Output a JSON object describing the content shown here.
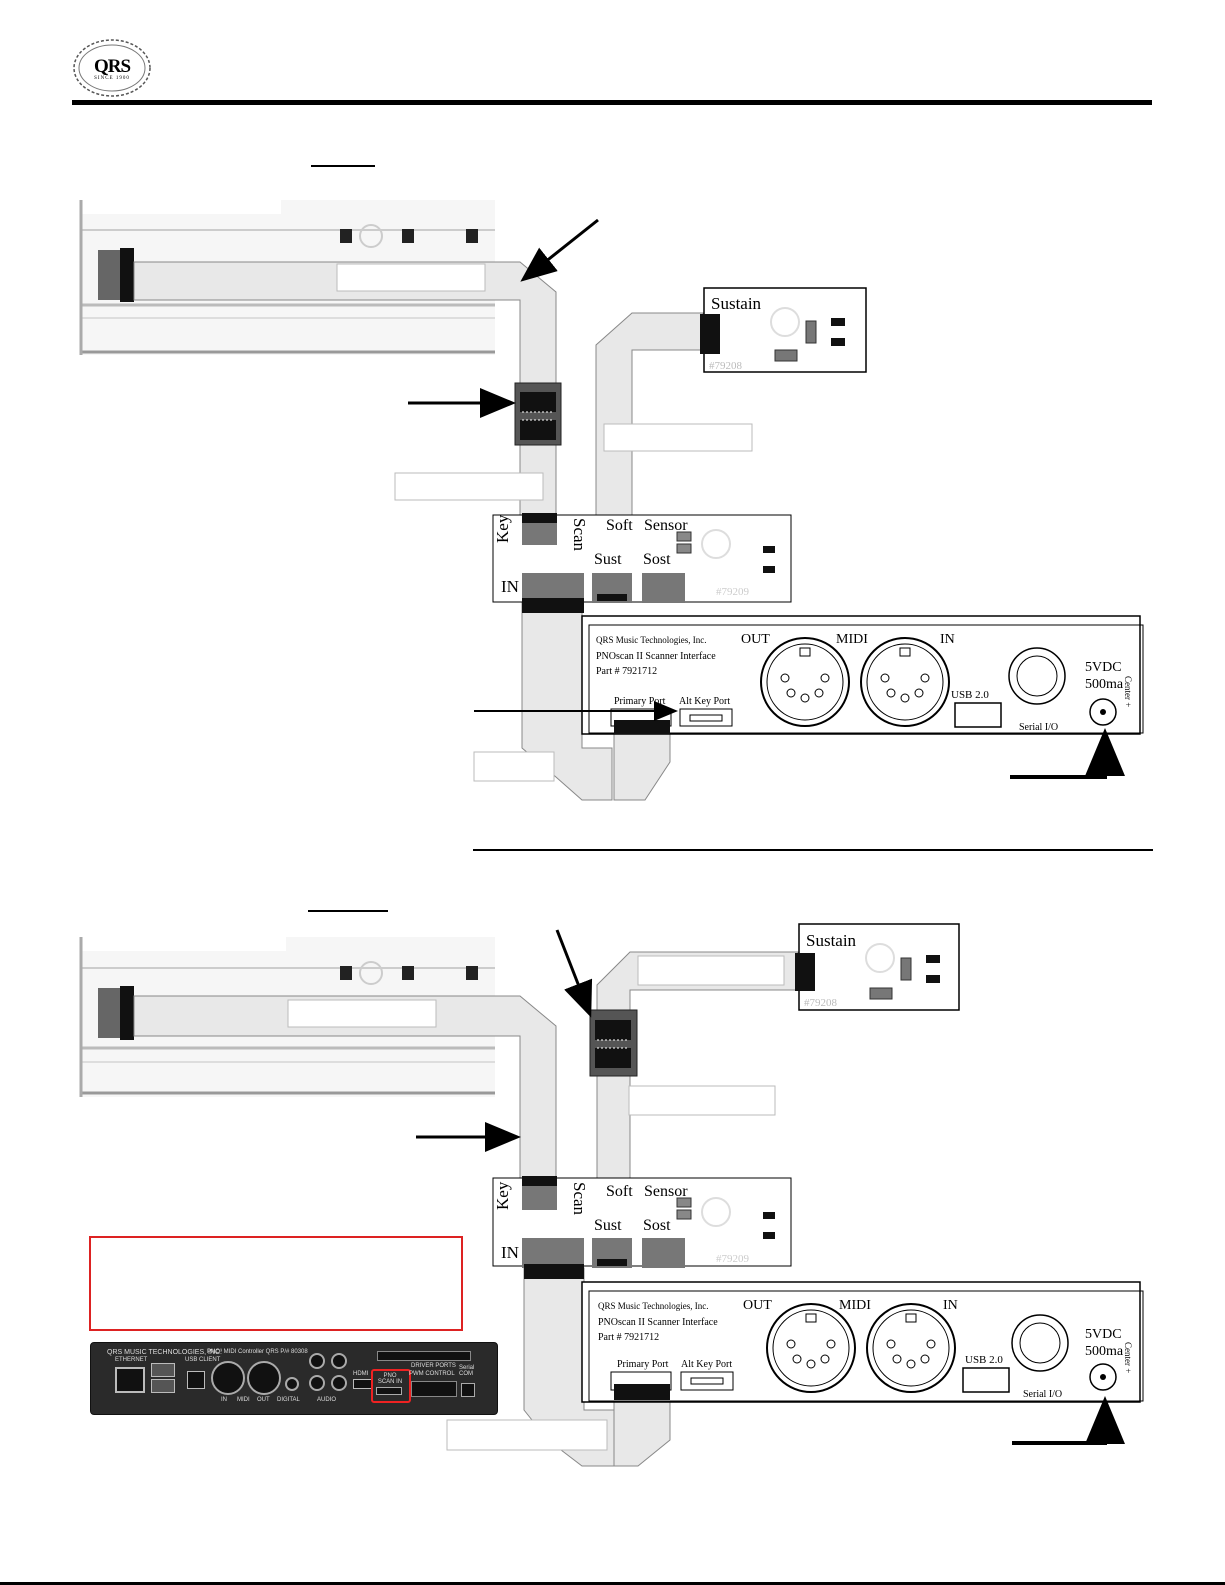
{
  "header": {
    "logo_text": "QRS",
    "logo_subtext": "SINCE 1900"
  },
  "diagram1": {
    "sustain_label": "Sustain",
    "sustain_part": "#79208",
    "key_label": "Key",
    "scan_label": "Scan",
    "soft_label": "Soft",
    "sensor_label": "Sensor",
    "sust_label": "Sust",
    "sost_label": "Sost",
    "in_label": "IN",
    "board_part": "#79209",
    "interface": {
      "company": "QRS Music Technologies, Inc.",
      "product": "PNOscan II Scanner Interface",
      "part": "Part # 7921712",
      "out": "OUT",
      "midi": "MIDI",
      "in": "IN",
      "power": "5VDC",
      "current": "500ma",
      "center": "Center +",
      "usb": "USB 2.0",
      "serial": "Serial I/O",
      "primary_port": "Primary Port",
      "alt_key_port": "Alt Key Port"
    }
  },
  "diagram2": {
    "sustain_label": "Sustain",
    "sustain_part": "#79208",
    "key_label": "Key",
    "scan_label": "Scan",
    "soft_label": "Soft",
    "sensor_label": "Sensor",
    "sust_label": "Sust",
    "sost_label": "Sost",
    "in_label": "IN",
    "board_part": "#79209",
    "interface": {
      "company": "QRS Music Technologies, Inc.",
      "product": "PNOscan II Scanner Interface",
      "part": "Part # 7921712",
      "out": "OUT",
      "midi": "MIDI",
      "in": "IN",
      "power": "5VDC",
      "current": "500ma",
      "center": "Center +",
      "usb": "USB 2.0",
      "serial": "Serial I/O",
      "primary_port": "Primary Port",
      "alt_key_port": "Alt Key Port"
    },
    "controller_photo": {
      "brand": "QRS MUSIC TECHNOLOGIES, INC.",
      "model": "PNO³ MIDI Controller  QRS P/# 80308",
      "ethernet": "ETHERNET",
      "usb_client": "USB CLIENT",
      "midi_in": "IN",
      "midi": "MIDI",
      "midi_out": "OUT",
      "digital": "DIGITAL",
      "audio": "AUDIO",
      "hdmi": "HDMI",
      "pno_scan": "PNO SCAN IN",
      "driver_ports": "DRIVER PORTS",
      "pwm_control": "PWM CONTROL",
      "serial_com": "Serial COM"
    }
  },
  "colors": {
    "cable": "#e8e8e8",
    "connector": "#111111",
    "note_border": "#dd2222"
  }
}
